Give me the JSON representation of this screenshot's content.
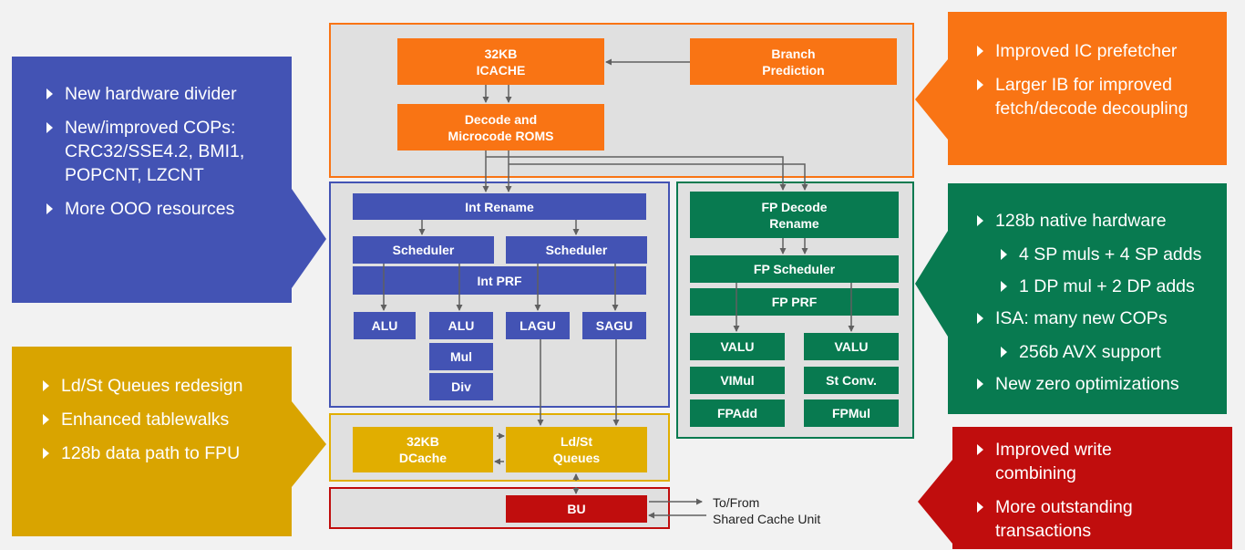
{
  "fetch": {
    "icache": "32KB\nICACHE",
    "branch_prediction": "Branch\nPrediction",
    "decode": "Decode and\nMicrocode ROMS"
  },
  "integer": {
    "rename": "Int Rename",
    "scheduler_a": "Scheduler",
    "scheduler_b": "Scheduler",
    "prf": "Int PRF",
    "alu_a": "ALU",
    "alu_b": "ALU",
    "mul": "Mul",
    "div": "Div",
    "lagu": "LAGU",
    "sagu": "SAGU"
  },
  "fpu": {
    "decode_rename": "FP Decode\nRename",
    "scheduler": "FP Scheduler",
    "prf": "FP PRF",
    "valu_a": "VALU",
    "valu_b": "VALU",
    "vimul": "VIMul",
    "st_conv": "St Conv.",
    "fpadd": "FPAdd",
    "fpmul": "FPMul"
  },
  "loadstore": {
    "dcache": "32KB\nDCache",
    "queues": "Ld/St\nQueues"
  },
  "bus": {
    "bu": "BU",
    "external_label": "To/From\nShared Cache Unit"
  },
  "callouts": {
    "integer": {
      "color": "#4353b4",
      "items": [
        {
          "text": "New hardware divider",
          "level": 0
        },
        {
          "text": "New/improved COPs:\nCRC32/SSE4.2, BMI1,\nPOPCNT, LZCNT",
          "level": 0
        },
        {
          "text": "More OOO resources",
          "level": 0
        }
      ]
    },
    "loadstore": {
      "color": "#d9a400",
      "items": [
        {
          "text": "Ld/St Queues redesign",
          "level": 0
        },
        {
          "text": "Enhanced tablewalks",
          "level": 0
        },
        {
          "text": "128b data path to FPU",
          "level": 0
        }
      ]
    },
    "fetch": {
      "color": "#f97414",
      "items": [
        {
          "text": "Improved IC prefetcher",
          "level": 0
        },
        {
          "text": "Larger IB for improved\nfetch/decode decoupling",
          "level": 0
        }
      ]
    },
    "fpu": {
      "color": "#087a50",
      "items": [
        {
          "text": "128b native hardware",
          "level": 0
        },
        {
          "text": "4 SP muls + 4 SP adds",
          "level": 1
        },
        {
          "text": "1 DP mul + 2 DP adds",
          "level": 1
        },
        {
          "text": "ISA: many new COPs",
          "level": 0
        },
        {
          "text": "256b AVX support",
          "level": 1
        },
        {
          "text": "New zero optimizations",
          "level": 0
        }
      ]
    },
    "bus": {
      "color": "#c00d0d",
      "items": [
        {
          "text": "Improved write\ncombining",
          "level": 0
        },
        {
          "text": "More outstanding\ntransactions",
          "level": 0
        }
      ]
    }
  },
  "colors": {
    "fetch": "#f97414",
    "integer": "#4353b4",
    "fpu": "#087a50",
    "loadstore": "#e1ae00",
    "bus": "#c00d0d"
  },
  "icons": {
    "bullet": "bullet-icon",
    "arrow": "arrow-icon"
  }
}
